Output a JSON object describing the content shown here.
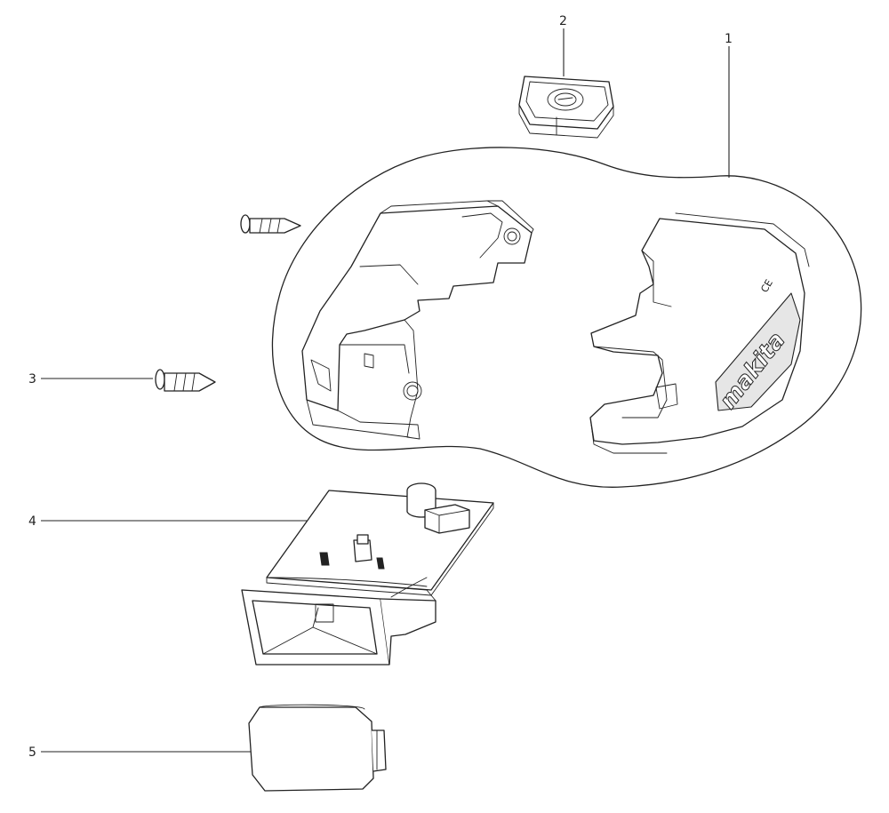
{
  "callouts": [
    {
      "id": "1",
      "label": "1"
    },
    {
      "id": "2",
      "label": "2"
    },
    {
      "id": "3",
      "label": "3"
    },
    {
      "id": "4",
      "label": "4"
    },
    {
      "id": "5",
      "label": "5"
    }
  ],
  "brand": {
    "logo_text": "makita"
  },
  "colors": {
    "line": "#222222",
    "background": "#ffffff",
    "fill_gray": "#e6e6e6"
  }
}
